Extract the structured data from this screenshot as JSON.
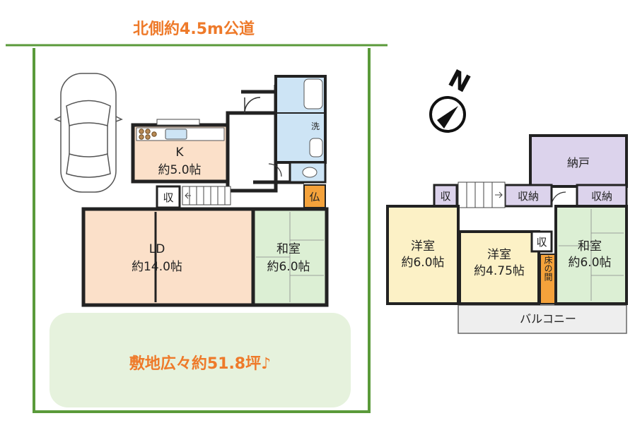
{
  "road_label": "北側約4.5m公道",
  "site_area_label": "敷地広々約51.8坪♪",
  "compass_label": "N",
  "colors": {
    "ldk": "#fbe0c9",
    "washitsu": "#dcefd4",
    "bath": "#cde4f5",
    "butsudan": "#f4a23b",
    "yoshitsu": "#fcf1c6",
    "nando": "#dcd3ec",
    "tokonoma": "#f4a23b",
    "site_green": "#e6f2dd",
    "site_border": "#5a9a3a",
    "accent_text": "#ee7a2a"
  },
  "floor1": {
    "kitchen": {
      "name": "K",
      "size": "約5.0帖"
    },
    "ld": {
      "name": "LD",
      "size": "約14.0帖"
    },
    "washitsu": {
      "name": "和室",
      "size": "約6.0帖"
    },
    "storage": "収",
    "butsudan": "仏",
    "washroom": "洗"
  },
  "floor2": {
    "yoshitsu_a": {
      "name": "洋室",
      "size": "約6.0帖"
    },
    "yoshitsu_b": {
      "name": "洋室",
      "size": "約4.75帖"
    },
    "washitsu": {
      "name": "和室",
      "size": "約6.0帖"
    },
    "nando": "納戸",
    "storage1": "収",
    "storage2": "収",
    "shunou1": "収納",
    "shunou2": "収納",
    "tokonoma": "床の間",
    "balcony": "バルコニー"
  }
}
